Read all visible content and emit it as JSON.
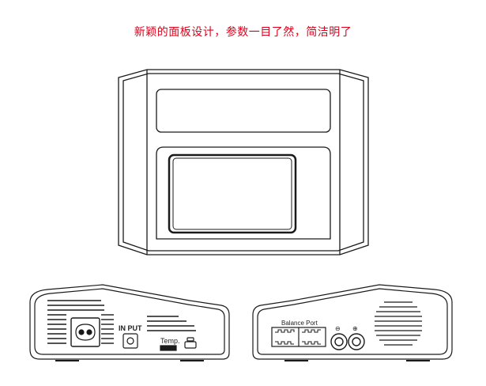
{
  "headline": "新颖的面板设计，参数一目了然，简洁明了",
  "left_panel": {
    "input_label": "IN PUT",
    "temp_label": "Temp."
  },
  "right_panel": {
    "balance_label": "Balance Port",
    "minus_symbol": "⊖",
    "plus_symbol": "⊕"
  },
  "colors": {
    "headline": "#e0001b",
    "line": "#1a1a1a"
  }
}
